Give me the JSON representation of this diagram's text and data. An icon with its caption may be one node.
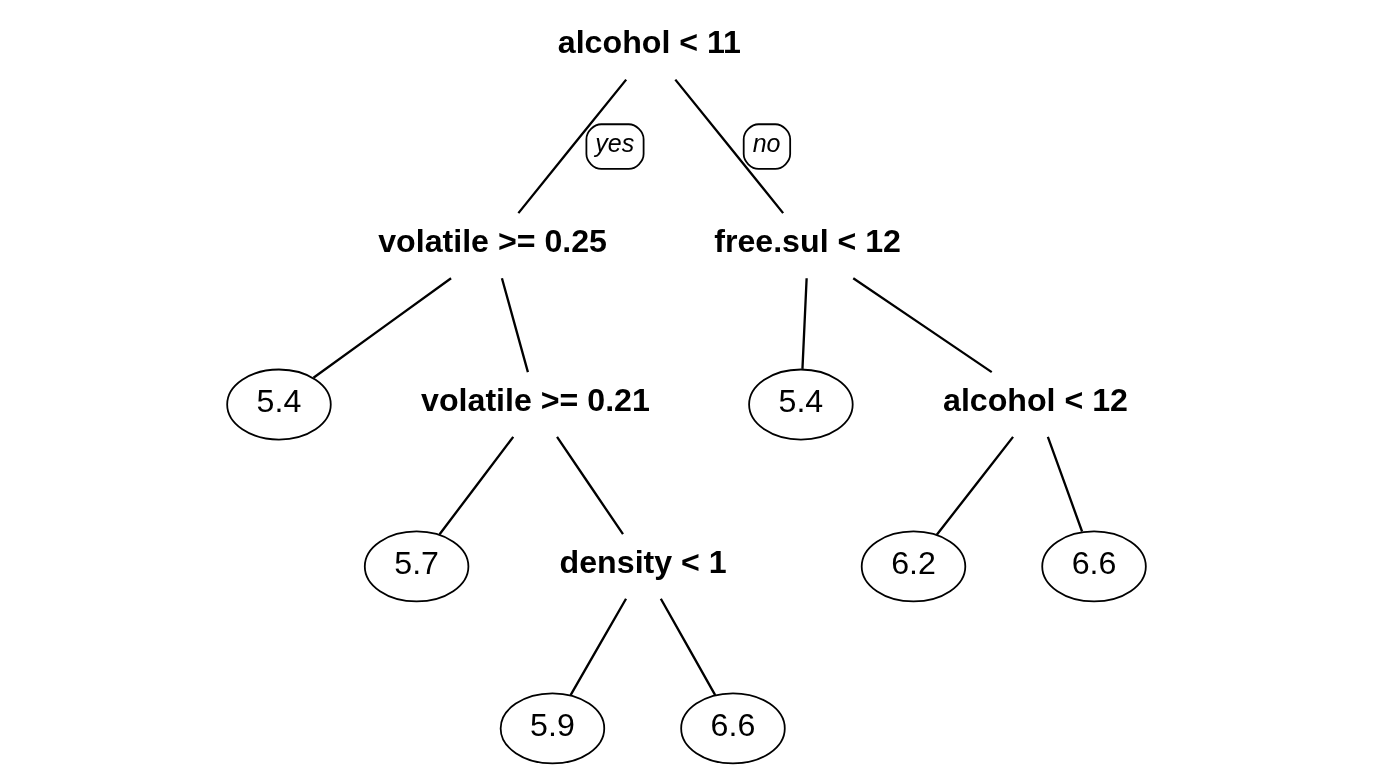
{
  "diagram": {
    "nodes": [
      {
        "text": [
          "alcohol < 11"
        ]
      },
      {
        "text": [
          "volatile >= 0.25"
        ]
      },
      {
        "text": [
          "free.sul < 12"
        ]
      },
      {
        "text": [
          "5.4"
        ]
      },
      {
        "text": [
          "volatile >= 0.21"
        ]
      },
      {
        "text": [
          "5.4"
        ]
      },
      {
        "text": [
          "alcohol < 12"
        ]
      },
      {
        "text": [
          "5.7"
        ]
      },
      {
        "text": [
          "density < 1"
        ]
      },
      {
        "text": [
          "6.2"
        ]
      },
      {
        "text": [
          "6.6"
        ]
      },
      {
        "text": [
          "5.9"
        ]
      },
      {
        "text": [
          "6.6"
        ]
      }
    ],
    "edges": [
      {
        "from": 0,
        "to": 1,
        "arrow": "none",
        "label": "yes"
      },
      {
        "from": 0,
        "to": 2,
        "arrow": "none",
        "label": "no"
      },
      {
        "from": 1,
        "to": 3,
        "arrow": "none"
      },
      {
        "from": 1,
        "to": 4,
        "arrow": "none"
      },
      {
        "from": 2,
        "to": 5,
        "arrow": "none"
      },
      {
        "from": 2,
        "to": 6,
        "arrow": "none"
      },
      {
        "from": 4,
        "to": 7,
        "arrow": "none"
      },
      {
        "from": 4,
        "to": 8,
        "arrow": "none"
      },
      {
        "from": 6,
        "to": 9,
        "arrow": "none"
      },
      {
        "from": 6,
        "to": 10,
        "arrow": "none"
      },
      {
        "from": 8,
        "to": 11,
        "arrow": "none"
      },
      {
        "from": 8,
        "to": 12,
        "arrow": "none"
      }
    ]
  }
}
